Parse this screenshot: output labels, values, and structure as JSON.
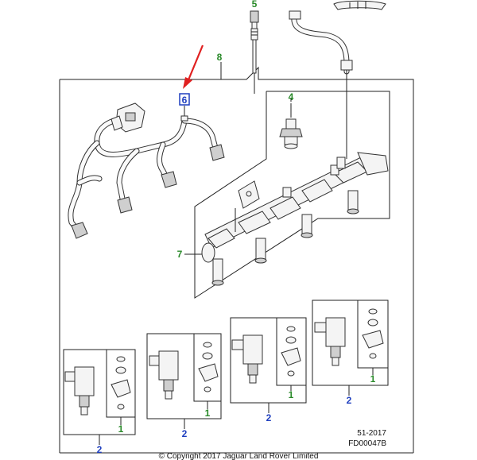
{
  "callouts": {
    "top_bolt": "5",
    "harness_assembly": "8",
    "harness_connector": "6",
    "sensor": "4",
    "fuel_rail": "7",
    "injector_a": "2",
    "injector_a_kit": "1",
    "injector_b": "2",
    "injector_b_kit": "1",
    "injector_c": "2",
    "injector_c_kit": "1",
    "injector_d": "2",
    "injector_d_kit": "1"
  },
  "footer": {
    "date_code": "51-2017",
    "figure_id": "FD00047B",
    "copyright": "© Copyright 2017 Jaguar Land Rover Limited"
  },
  "colors": {
    "green_callout": "#2a8a2a",
    "blue_callout": "#1f3fbf",
    "highlight_arrow": "#e02020"
  }
}
